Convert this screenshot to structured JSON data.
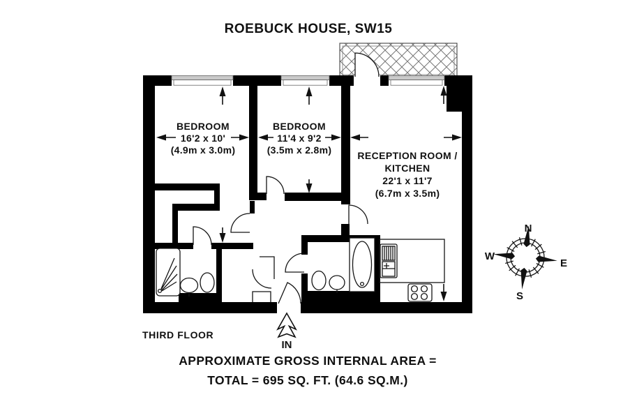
{
  "title": "ROEBUCK HOUSE, SW15",
  "plan": {
    "floor_label": "THIRD FLOOR",
    "entrance_label": "IN",
    "rooms": {
      "bedroom1": {
        "name": "BEDROOM",
        "imperial": "16'2 x 10'",
        "metric": "(4.9m x 3.0m)"
      },
      "bedroom2": {
        "name": "BEDROOM",
        "imperial": "11'4 x 9'2",
        "metric": "(3.5m x 2.8m)"
      },
      "reception": {
        "name_line1": "RECEPTION ROOM /",
        "name_line2": "KITCHEN",
        "imperial": "22'1 x 11'7",
        "metric": "(6.7m x 3.5m)"
      }
    },
    "compass": {
      "n": "N",
      "e": "E",
      "s": "S",
      "w": "W"
    }
  },
  "footer": {
    "line1": "APPROXIMATE GROSS INTERNAL AREA =",
    "line2": "TOTAL = 695 SQ. FT. (64.6 SQ.M.)"
  },
  "colors": {
    "wall": "#000000",
    "background": "#ffffff",
    "window_band": "#c9c9c9",
    "line": "#151515"
  }
}
